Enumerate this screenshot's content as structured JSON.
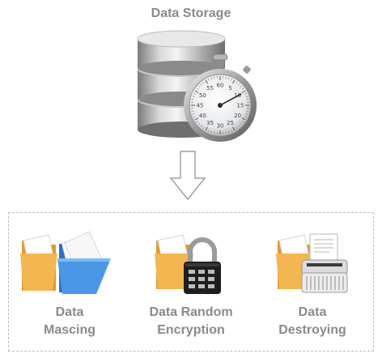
{
  "storage": {
    "title": "Data Storage",
    "dial_numbers": [
      "60",
      "5",
      "10",
      "15",
      "20",
      "25",
      "30",
      "35",
      "40",
      "45",
      "50",
      "55"
    ]
  },
  "items": [
    {
      "line1": "Data",
      "line2": "Mascing",
      "icon": "folders-icon"
    },
    {
      "line1": "Data Random",
      "line2": "Encryption",
      "icon": "padlock-folder-icon"
    },
    {
      "line1": "Data",
      "line2": "Destroying",
      "icon": "shredder-folder-icon"
    }
  ],
  "colors": {
    "text": "#8a8a8a",
    "folder_orange": "#f3b14a",
    "folder_blue": "#3f8fe0",
    "border": "#bdbdbd"
  }
}
